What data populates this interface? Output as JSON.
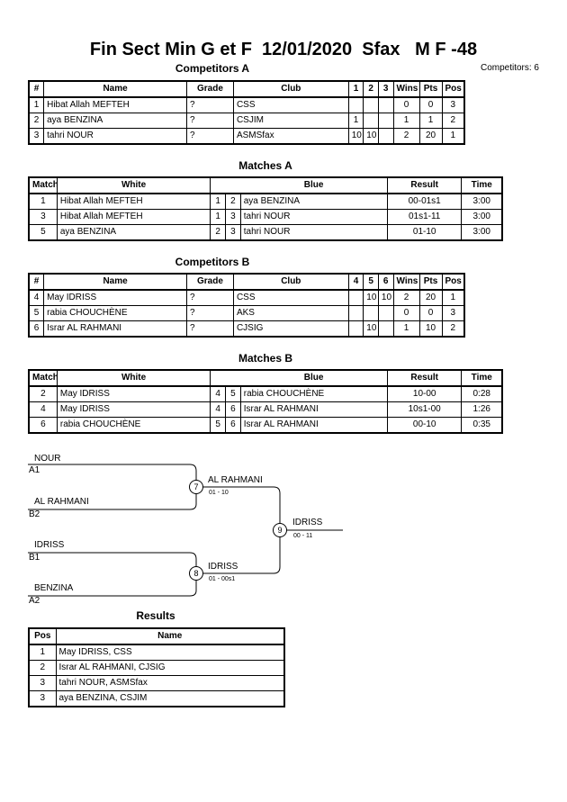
{
  "title": "Fin Sect Min G et F  12/01/2020  Sfax   M F -48",
  "competitors_count": "Competitors: 6",
  "competitors_a": {
    "title": "Competitors A",
    "headers": [
      "#",
      "Name",
      "Grade",
      "Club",
      "1",
      "2",
      "3",
      "Wins",
      "Pts",
      "Pos"
    ],
    "rows": [
      [
        "1",
        "Hibat Allah MEFTEH",
        "?",
        "CSS",
        "",
        "",
        "",
        "0",
        "0",
        "3"
      ],
      [
        "2",
        "aya BENZINA",
        "?",
        "CSJIM",
        "1",
        "",
        "",
        "1",
        "1",
        "2"
      ],
      [
        "3",
        "tahri NOUR",
        "?",
        "ASMSfax",
        "10",
        "10",
        "",
        "2",
        "20",
        "1"
      ]
    ]
  },
  "matches_a": {
    "title": "Matches A",
    "headers": [
      "Match",
      "White",
      "",
      "",
      "Blue",
      "Result",
      "Time"
    ],
    "rows": [
      [
        "1",
        "Hibat Allah MEFTEH",
        "1",
        "2",
        "aya BENZINA",
        "00-01s1",
        "3:00"
      ],
      [
        "3",
        "Hibat Allah MEFTEH",
        "1",
        "3",
        "tahri NOUR",
        "01s1-11",
        "3:00"
      ],
      [
        "5",
        "aya BENZINA",
        "2",
        "3",
        "tahri NOUR",
        "01-10",
        "3:00"
      ]
    ]
  },
  "competitors_b": {
    "title": "Competitors B",
    "headers": [
      "#",
      "Name",
      "Grade",
      "Club",
      "4",
      "5",
      "6",
      "Wins",
      "Pts",
      "Pos"
    ],
    "rows": [
      [
        "4",
        "May IDRISS",
        "?",
        "CSS",
        "",
        "10",
        "10",
        "2",
        "20",
        "1"
      ],
      [
        "5",
        "rabia CHOUCHÈNE",
        "?",
        "AKS",
        "",
        "",
        "",
        "0",
        "0",
        "3"
      ],
      [
        "6",
        "Israr AL RAHMANI",
        "?",
        "CJSIG",
        "",
        "10",
        "",
        "1",
        "10",
        "2"
      ]
    ]
  },
  "matches_b": {
    "title": "Matches B",
    "headers": [
      "Match",
      "White",
      "",
      "",
      "Blue",
      "Result",
      "Time"
    ],
    "rows": [
      [
        "2",
        "May IDRISS",
        "4",
        "5",
        "rabia CHOUCHÈNE",
        "10-00",
        "0:28"
      ],
      [
        "4",
        "May IDRISS",
        "4",
        "6",
        "Israr AL RAHMANI",
        "10s1-00",
        "1:26"
      ],
      [
        "6",
        "rabia CHOUCHÈNE",
        "5",
        "6",
        "Israr AL RAHMANI",
        "00-10",
        "0:35"
      ]
    ]
  },
  "bracket": {
    "nour": "NOUR",
    "a1": "A1",
    "alrahmani_seed": "AL RAHMANI",
    "b2": "B2",
    "idriss_seed": "IDRISS",
    "b1": "B1",
    "benzina": "BENZINA",
    "a2": "A2",
    "m7": "7",
    "m7_winner": "AL RAHMANI",
    "m7_score": "01 - 10",
    "m8": "8",
    "m8_winner": "IDRISS",
    "m8_score": "01 - 00s1",
    "m9": "9",
    "m9_winner": "IDRISS",
    "m9_score": "00 - 11"
  },
  "results": {
    "title": "Results",
    "headers": [
      "Pos",
      "Name"
    ],
    "rows": [
      [
        "1",
        "May IDRISS, CSS"
      ],
      [
        "2",
        "Israr AL RAHMANI, CJSIG"
      ],
      [
        "3",
        "tahri NOUR, ASMSfax"
      ],
      [
        "3",
        "aya BENZINA, CSJIM"
      ]
    ]
  }
}
